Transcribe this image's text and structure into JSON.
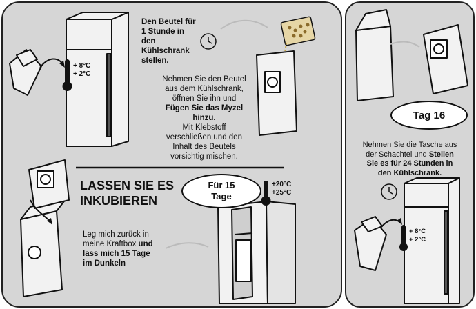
{
  "step1": {
    "title_lines": [
      "Den Beutel für",
      "1 Stunde in",
      "den",
      "Kühlschrank",
      "stellen."
    ],
    "temps": [
      "+ 8°C",
      "+ 2°C"
    ]
  },
  "step2": {
    "lines": [
      "Nehmen Sie den Beutel",
      "aus dem Kühlschrank,",
      "öffnen Sie ihn und"
    ],
    "bold_lines": [
      "Fügen Sie das Myzel",
      "hinzu."
    ],
    "lines_after": [
      "Mit Klebstoff",
      "verschließen und den",
      "Inhalt des Beutels",
      "vorsichtig mischen."
    ]
  },
  "step3": {
    "heading_lines": [
      "LASSEN SIE ES",
      "INKUBIEREN"
    ],
    "duration_lines": [
      "Für 15",
      "Tage"
    ],
    "temps": [
      "+20°C",
      "+25°C"
    ],
    "text_line1": "Leg mich zurück in",
    "text_line2_plain": "meine Kraftbox ",
    "text_line2_bold": "und",
    "text_bold_lines": [
      "lass mich 15 Tage",
      "im Dunkeln"
    ]
  },
  "step4": {
    "day_label": "Tag 16",
    "line1": "Nehmen Sie die Tasche aus",
    "line2_plain": "der Schachtel und ",
    "line2_bold": "Stellen",
    "bold_lines": [
      "Sie es für 24 Stunden in",
      "den Kühlschrank."
    ],
    "temps": [
      "+ 8°C",
      "+ 2°C"
    ]
  },
  "colors": {
    "panel": "#d6d6d6",
    "ink": "#111111",
    "fridge": "#f2f2f2",
    "oval": "#ffffff"
  }
}
